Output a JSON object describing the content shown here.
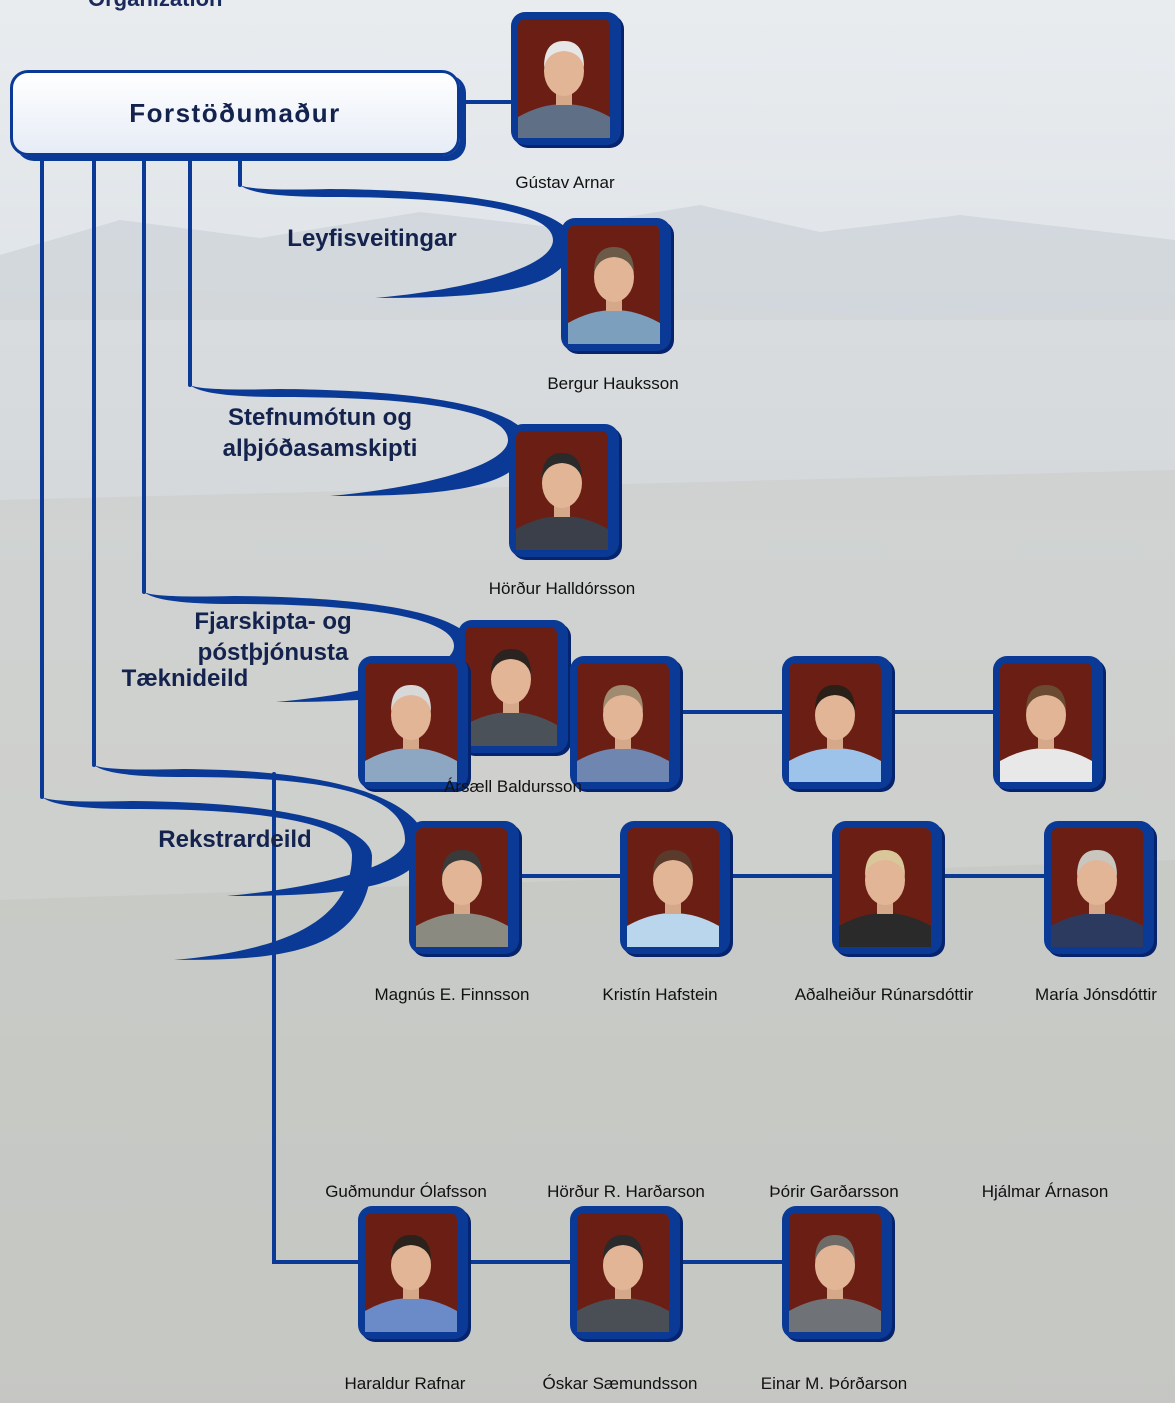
{
  "heading": "Organization",
  "director": {
    "title": "Forstöðumaður",
    "name": "Gústav Arnar"
  },
  "departments": [
    {
      "id": "leyfisveitingar",
      "lines": [
        "Leyfisveitingar"
      ],
      "people": [
        "Bergur Hauksson"
      ]
    },
    {
      "id": "stefnumotun",
      "lines": [
        "Stefnumótun og",
        "alþjóðasamskipti"
      ],
      "people": [
        "Hörður Halldórsson"
      ]
    },
    {
      "id": "fjarskipta",
      "lines": [
        "Fjarskipta- og",
        "póstþjónusta"
      ],
      "people": [
        "Ársæll Baldursson"
      ]
    },
    {
      "id": "rekstrardeild",
      "lines": [
        "Rekstrardeild"
      ],
      "people": [
        "Magnús E. Finnsson",
        "Kristín Hafstein",
        "Aðalheiður Rúnarsdóttir",
        "María Jónsdóttir"
      ]
    },
    {
      "id": "taeknideild",
      "lines": [
        "Tæknideild"
      ],
      "people": [
        "Guðmundur Ólafsson",
        "Hörður R. Harðarson",
        "Þórir Garðarsson",
        "Hjálmar Árnason",
        "Haraldur Rafnar",
        "Óskar Sæmundsson",
        "Einar M. Þórðarson"
      ]
    }
  ],
  "colors": {
    "connector": "#0a3a95",
    "card_frame": "#0a3a95",
    "photo_background": "#6b1e14"
  }
}
